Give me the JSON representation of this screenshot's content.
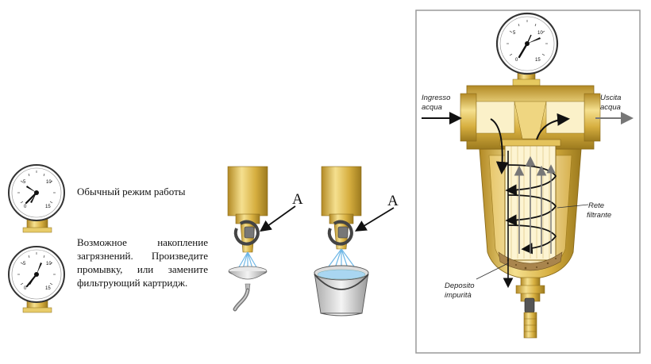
{
  "captions": {
    "normal_mode": "Обычный режим работы",
    "clogging": "Возможное накопление загрязнений. Произведите промывку, или замените фильтрующий картридж."
  },
  "labels": {
    "marker_a_left": "A",
    "marker_a_right": "A",
    "inlet": [
      "Ingresso",
      "acqua"
    ],
    "outlet": [
      "Uscita",
      "acqua"
    ],
    "screen": [
      "Rete",
      "filtrante"
    ],
    "deposit": [
      "Deposito",
      "impurità"
    ]
  },
  "gauge_ticks": {
    "small_normal": [
      "0",
      "5",
      "10",
      "15"
    ],
    "small_clog": [
      "0",
      "5",
      "10",
      "15"
    ],
    "big": [
      "0",
      "5",
      "10",
      "15"
    ]
  },
  "colors": {
    "brass": "#d9b44a",
    "brass_light": "#f3dd8a",
    "brass_dark": "#9c7a1e",
    "water": "#6fb7e6",
    "frame": "#9a9a9a"
  }
}
